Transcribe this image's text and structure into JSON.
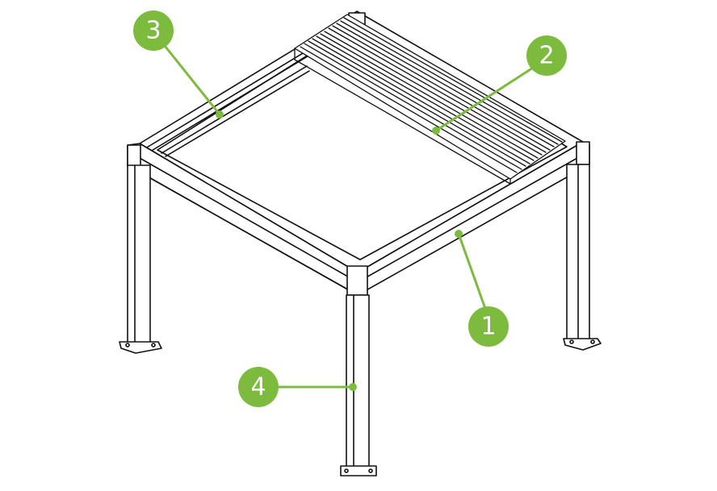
{
  "diagram": {
    "colors": {
      "line": "#111111",
      "accent": "#7dbb3f",
      "background": "#ffffff"
    },
    "callouts": [
      {
        "id": "1",
        "label": "1"
      },
      {
        "id": "2",
        "label": "2"
      },
      {
        "id": "3",
        "label": "3"
      },
      {
        "id": "4",
        "label": "4"
      }
    ]
  }
}
